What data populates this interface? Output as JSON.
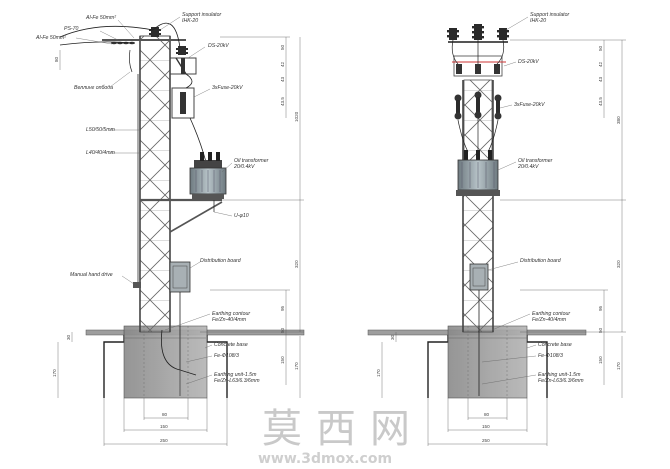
{
  "left_labels": {
    "alfe_top": "Al-Fe 50mm²",
    "ps": "PS-70",
    "alfe_left": "Al-Fe 50mm²",
    "support_insulator": "Support insulator",
    "support_insulator_model": "IHK-20",
    "ds": "DS-20kV",
    "fuse": "3xFuse-20kV",
    "bearing_clamp": "Веллинг опбода",
    "l50": "L50/50/5mm",
    "l40": "L40/40/4mm",
    "transformer": "Oil transformer",
    "transformer_rating": "20/0.4kV",
    "ground_wire": "U-φ10",
    "distribution_board": "Distribution board",
    "manual_drive": "Manual hand drive",
    "earthing_contour": "Earthing contour",
    "earthing_contour_spec": "Fe/Zn-40/4mm",
    "concrete_base": "Concrete base",
    "fe": "Fe-Ф108/3",
    "earthing_unit": "Earthing unit-1.5m",
    "earthing_unit_spec": "Fe/Zn-L63/6.3/6mm"
  },
  "right_labels": {
    "support_insulator": "Support insulator",
    "support_insulator_model": "IHK-20",
    "ds": "DS-20kV",
    "fuse": "3xFuse-20kV",
    "transformer": "Oil transformer",
    "transformer_rating": "20/0.4kV",
    "distribution_board": "Distribution board",
    "earthing_contour": "Earthing contour",
    "earthing_contour_spec": "Fe/Zn-40/4mm",
    "concrete_base": "Concrete base",
    "fe": "Fe-Ф108/3",
    "earthing_unit": "Earthing unit-1.5m",
    "earthing_unit_spec": "Fe/Zn-L63/6.3/6mm"
  },
  "left_dims": {
    "d1": "80",
    "d2": "50",
    "d3": "42",
    "d4": "43",
    "d5": "43.5",
    "d6": "1020",
    "d7": "320",
    "d8": "95",
    "d9": "50",
    "d10": "150",
    "d11": "170",
    "d12": "170",
    "d13": "30",
    "w_base_inner": "80",
    "w_base": "150",
    "w_total": "250"
  },
  "right_dims": {
    "d1": "50",
    "d2": "42",
    "d3": "43",
    "d4": "43.5",
    "d5": "380",
    "d6": "320",
    "d7": "95",
    "d8": "50",
    "d9": "150",
    "d10": "170",
    "d11": "170",
    "d12": "30",
    "w_base_inner": "80",
    "w_base": "150",
    "w_total": "250"
  },
  "watermark": {
    "chinese": "莫西网",
    "url": "www.3dmox.com"
  }
}
